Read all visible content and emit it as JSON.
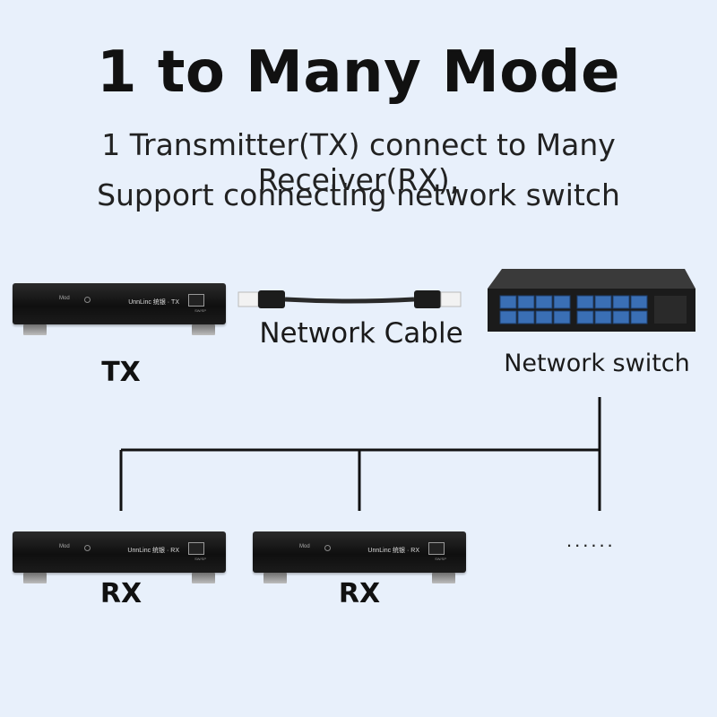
{
  "title": "1 to Many Mode",
  "subtitle_line1": "1 Transmitter(TX) connect to Many Receiver(RX),",
  "subtitle_line2": "Support connecting network switch",
  "tx": {
    "label": "TX",
    "mod": "Mod",
    "brand": "UnnLinc 统银 · TX",
    "port_label": "SW/SP"
  },
  "cable": {
    "label": "Network Cable"
  },
  "switch": {
    "label": "Network switch",
    "port_color": "#3a6fb5"
  },
  "receivers": [
    {
      "label": "RX",
      "mod": "Mod",
      "brand": "UnnLinc 统银 · RX",
      "port_label": "SW/SP"
    },
    {
      "label": "RX",
      "mod": "Mod",
      "brand": "UnnLinc 统银 · RX",
      "port_label": "SW/SP"
    }
  ],
  "more": "......",
  "colors": {
    "background": "#e8f0fb",
    "device": "#151515",
    "line": "#111111"
  }
}
